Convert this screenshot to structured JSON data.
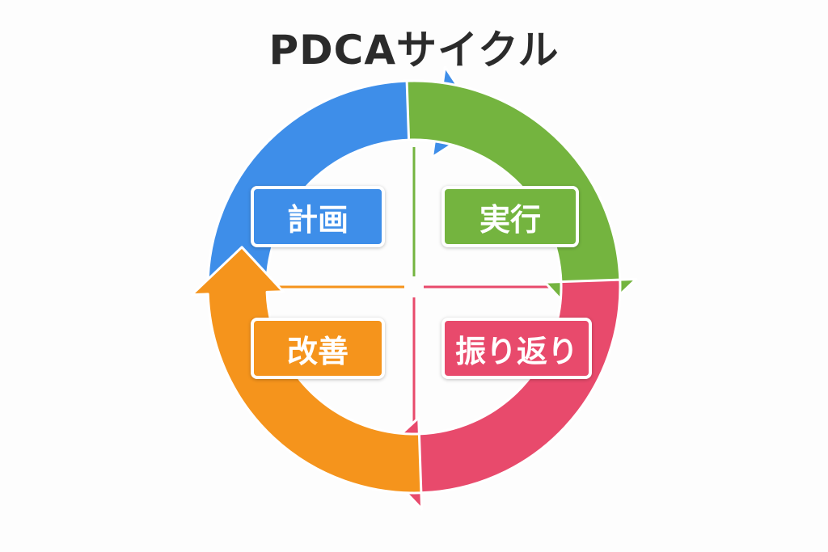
{
  "title": "PDCAサイクル",
  "stages": [
    {
      "label": "計画",
      "color": "#3e8ee9"
    },
    {
      "label": "実行",
      "color": "#74b43f"
    },
    {
      "label": "振り返り",
      "color": "#e84a6c"
    },
    {
      "label": "改善",
      "color": "#f5941c"
    }
  ]
}
